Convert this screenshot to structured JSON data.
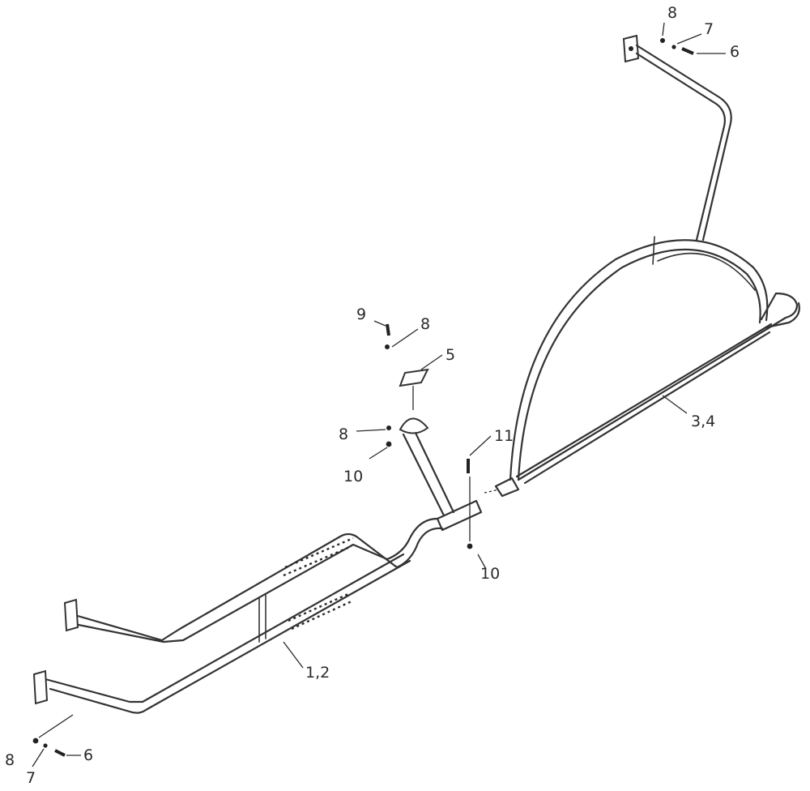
{
  "labels": {
    "l_8_top": "8",
    "l_7_top": "7",
    "l_6_top": "6",
    "l_9": "9",
    "l_8_mid": "8",
    "l_5": "5",
    "l_8_left": "8",
    "l_10_left": "10",
    "l_11": "11",
    "l_10_right": "10",
    "l_34": "3,4",
    "l_12": "1,2",
    "l_8_bot": "8",
    "l_7_bot": "7",
    "l_6_bot": "6"
  },
  "colors": {
    "line": "#333333",
    "background": "#ffffff"
  }
}
